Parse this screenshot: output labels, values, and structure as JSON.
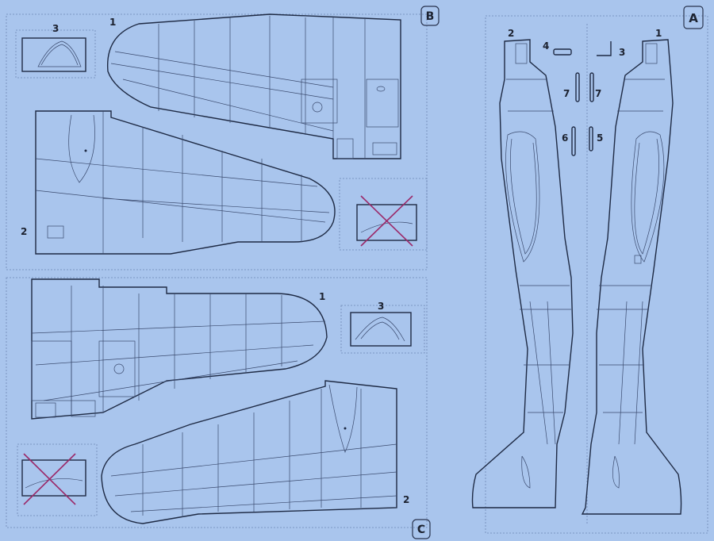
{
  "sprues": [
    {
      "name": "B",
      "label": "B"
    },
    {
      "name": "A",
      "label": "A"
    },
    {
      "name": "C",
      "label": "C"
    }
  ],
  "part_numbers": {
    "b_canopy": "3",
    "b_upper_wing": "1",
    "b_lower_wing": "2",
    "c_upper_wing": "1",
    "c_canopy": "3",
    "c_lower_wing": "2",
    "a_left_fuselage": "2",
    "a_right_fuselage": "1",
    "a_part4": "4",
    "a_part3": "3",
    "a_part7_left": "7",
    "a_part7_right": "7",
    "a_part6": "6",
    "a_part5": "5"
  },
  "colors": {
    "background": "#a9c5ed",
    "line": "#1e2a44",
    "cross_out": "#9b2a6a"
  }
}
